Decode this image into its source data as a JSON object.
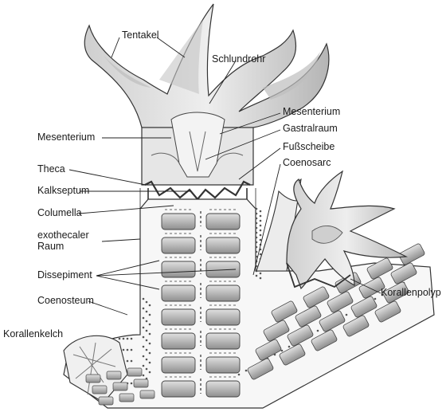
{
  "labels": {
    "tentakel": "Tentakel",
    "schlundrohr": "Schlundrohr",
    "mesenterium_right": "Mesenterium",
    "gastralraum": "Gastralraum",
    "fussscheibe": "Fußscheibe",
    "coenosarc": "Coenosarc",
    "mesenterium_left": "Mesenterium",
    "theca": "Theca",
    "kalkseptum": "Kalkseptum",
    "columella": "Columella",
    "exothecaler_raum": "exothecaler\nRaum",
    "dissepiment": "Dissepiment",
    "coenosteum": "Coenosteum",
    "korallenkelch": "Korallenkelch",
    "korallenpolyp": "Korallenpolyp"
  },
  "colors": {
    "tissue": "#dcdcdc",
    "tissue_dark": "#a8a8a8",
    "chamber": "#9e9e9e",
    "outline": "#333333"
  }
}
